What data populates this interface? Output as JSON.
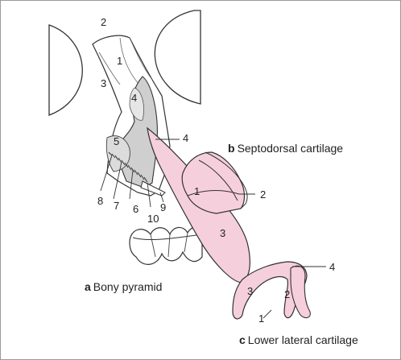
{
  "captions": {
    "a": {
      "letter": "a",
      "text": "Bony pyramid"
    },
    "b": {
      "letter": "b",
      "text": "Septodorsal cartilage"
    },
    "c": {
      "letter": "c",
      "text": "Lower lateral cartilage"
    }
  },
  "bony_labels": [
    "2",
    "1",
    "3",
    "4",
    "5",
    "8",
    "7",
    "6",
    "10",
    "9"
  ],
  "septodorsal_labels": [
    "4",
    "1",
    "2",
    "3"
  ],
  "lower_lateral_labels": [
    "4",
    "3",
    "2",
    "1"
  ],
  "colors": {
    "cartilage_fill": "#f6cfdc",
    "cartilage_stroke": "#333333",
    "bone_shade": "#cfcfcf"
  }
}
